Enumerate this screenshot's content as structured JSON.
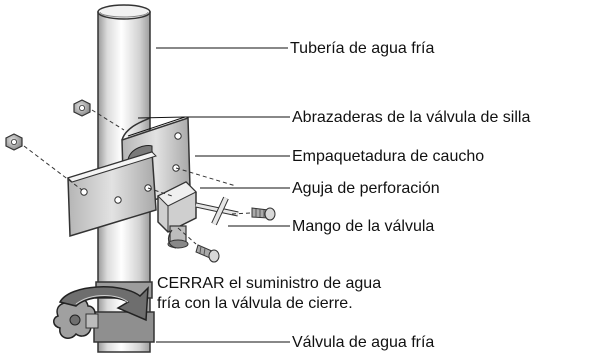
{
  "labels": {
    "cold_water_pipe": "Tubería de agua fría",
    "saddle_valve_clamps": "Abrazaderas de la válvula de silla",
    "rubber_gasket": "Empaquetadura de caucho",
    "piercing_needle": "Aguja de perforación",
    "valve_handle": "Mango de la válvula",
    "cold_water_valve": "Válvula de agua fría"
  },
  "instruction": {
    "line1": "CERRAR el suministro de agua",
    "line2": "fría con la válvula de cierre."
  }
}
